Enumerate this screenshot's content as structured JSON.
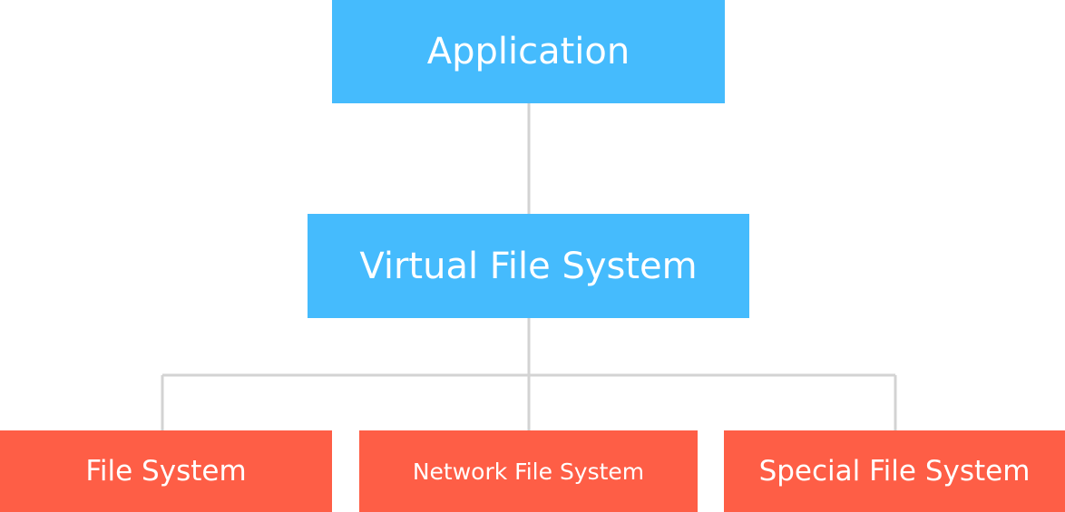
{
  "colors": {
    "upper_layer": "#45bbfd",
    "lower_layer": "#fe5e46",
    "connector": "#d3d3d3",
    "text": "#ffffff"
  },
  "nodes": {
    "application": "Application",
    "virtual_file_system": "Virtual File System",
    "file_system": "File System",
    "network_file_system": "Network File System",
    "special_file_system": "Special File System"
  }
}
